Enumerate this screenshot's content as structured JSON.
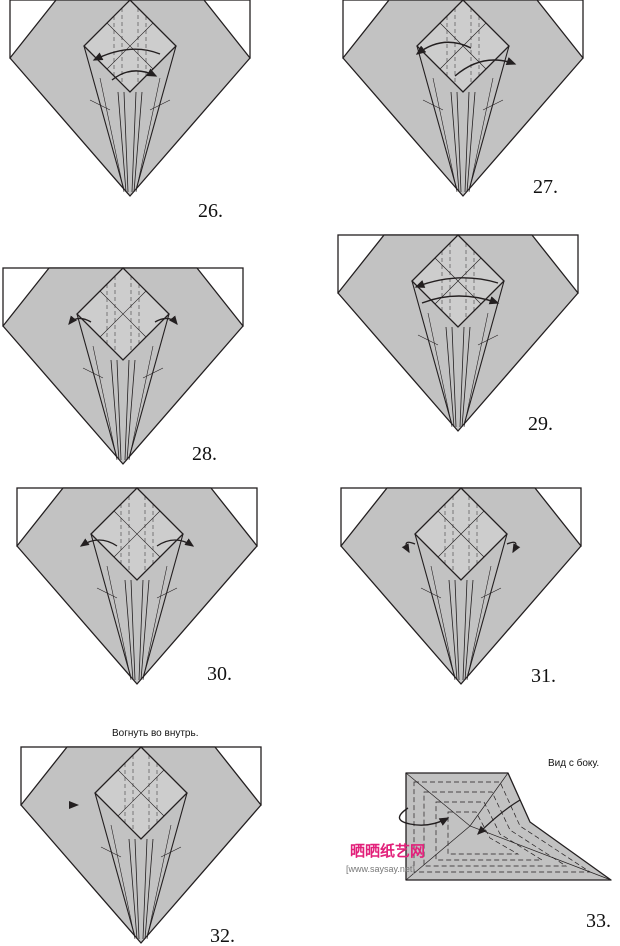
{
  "steps": [
    {
      "label": "26."
    },
    {
      "label": "27."
    },
    {
      "label": "28."
    },
    {
      "label": "29."
    },
    {
      "label": "30."
    },
    {
      "label": "31."
    },
    {
      "label": "32.",
      "note": "Вогнуть во внутрь."
    },
    {
      "label": "33.",
      "note": "Вид с боку."
    }
  ],
  "watermark": {
    "logo_text": "晒晒纸艺网",
    "url": "[www.saysay.net]"
  },
  "colors": {
    "paper_fill": "#c2c2c2",
    "line": "#231f20",
    "background": "#ffffff",
    "watermark_logo": "#e2207a"
  },
  "icons": [
    "fold-arrow-icon",
    "push-in-arrow-icon",
    "rotate-arrow-icon"
  ]
}
